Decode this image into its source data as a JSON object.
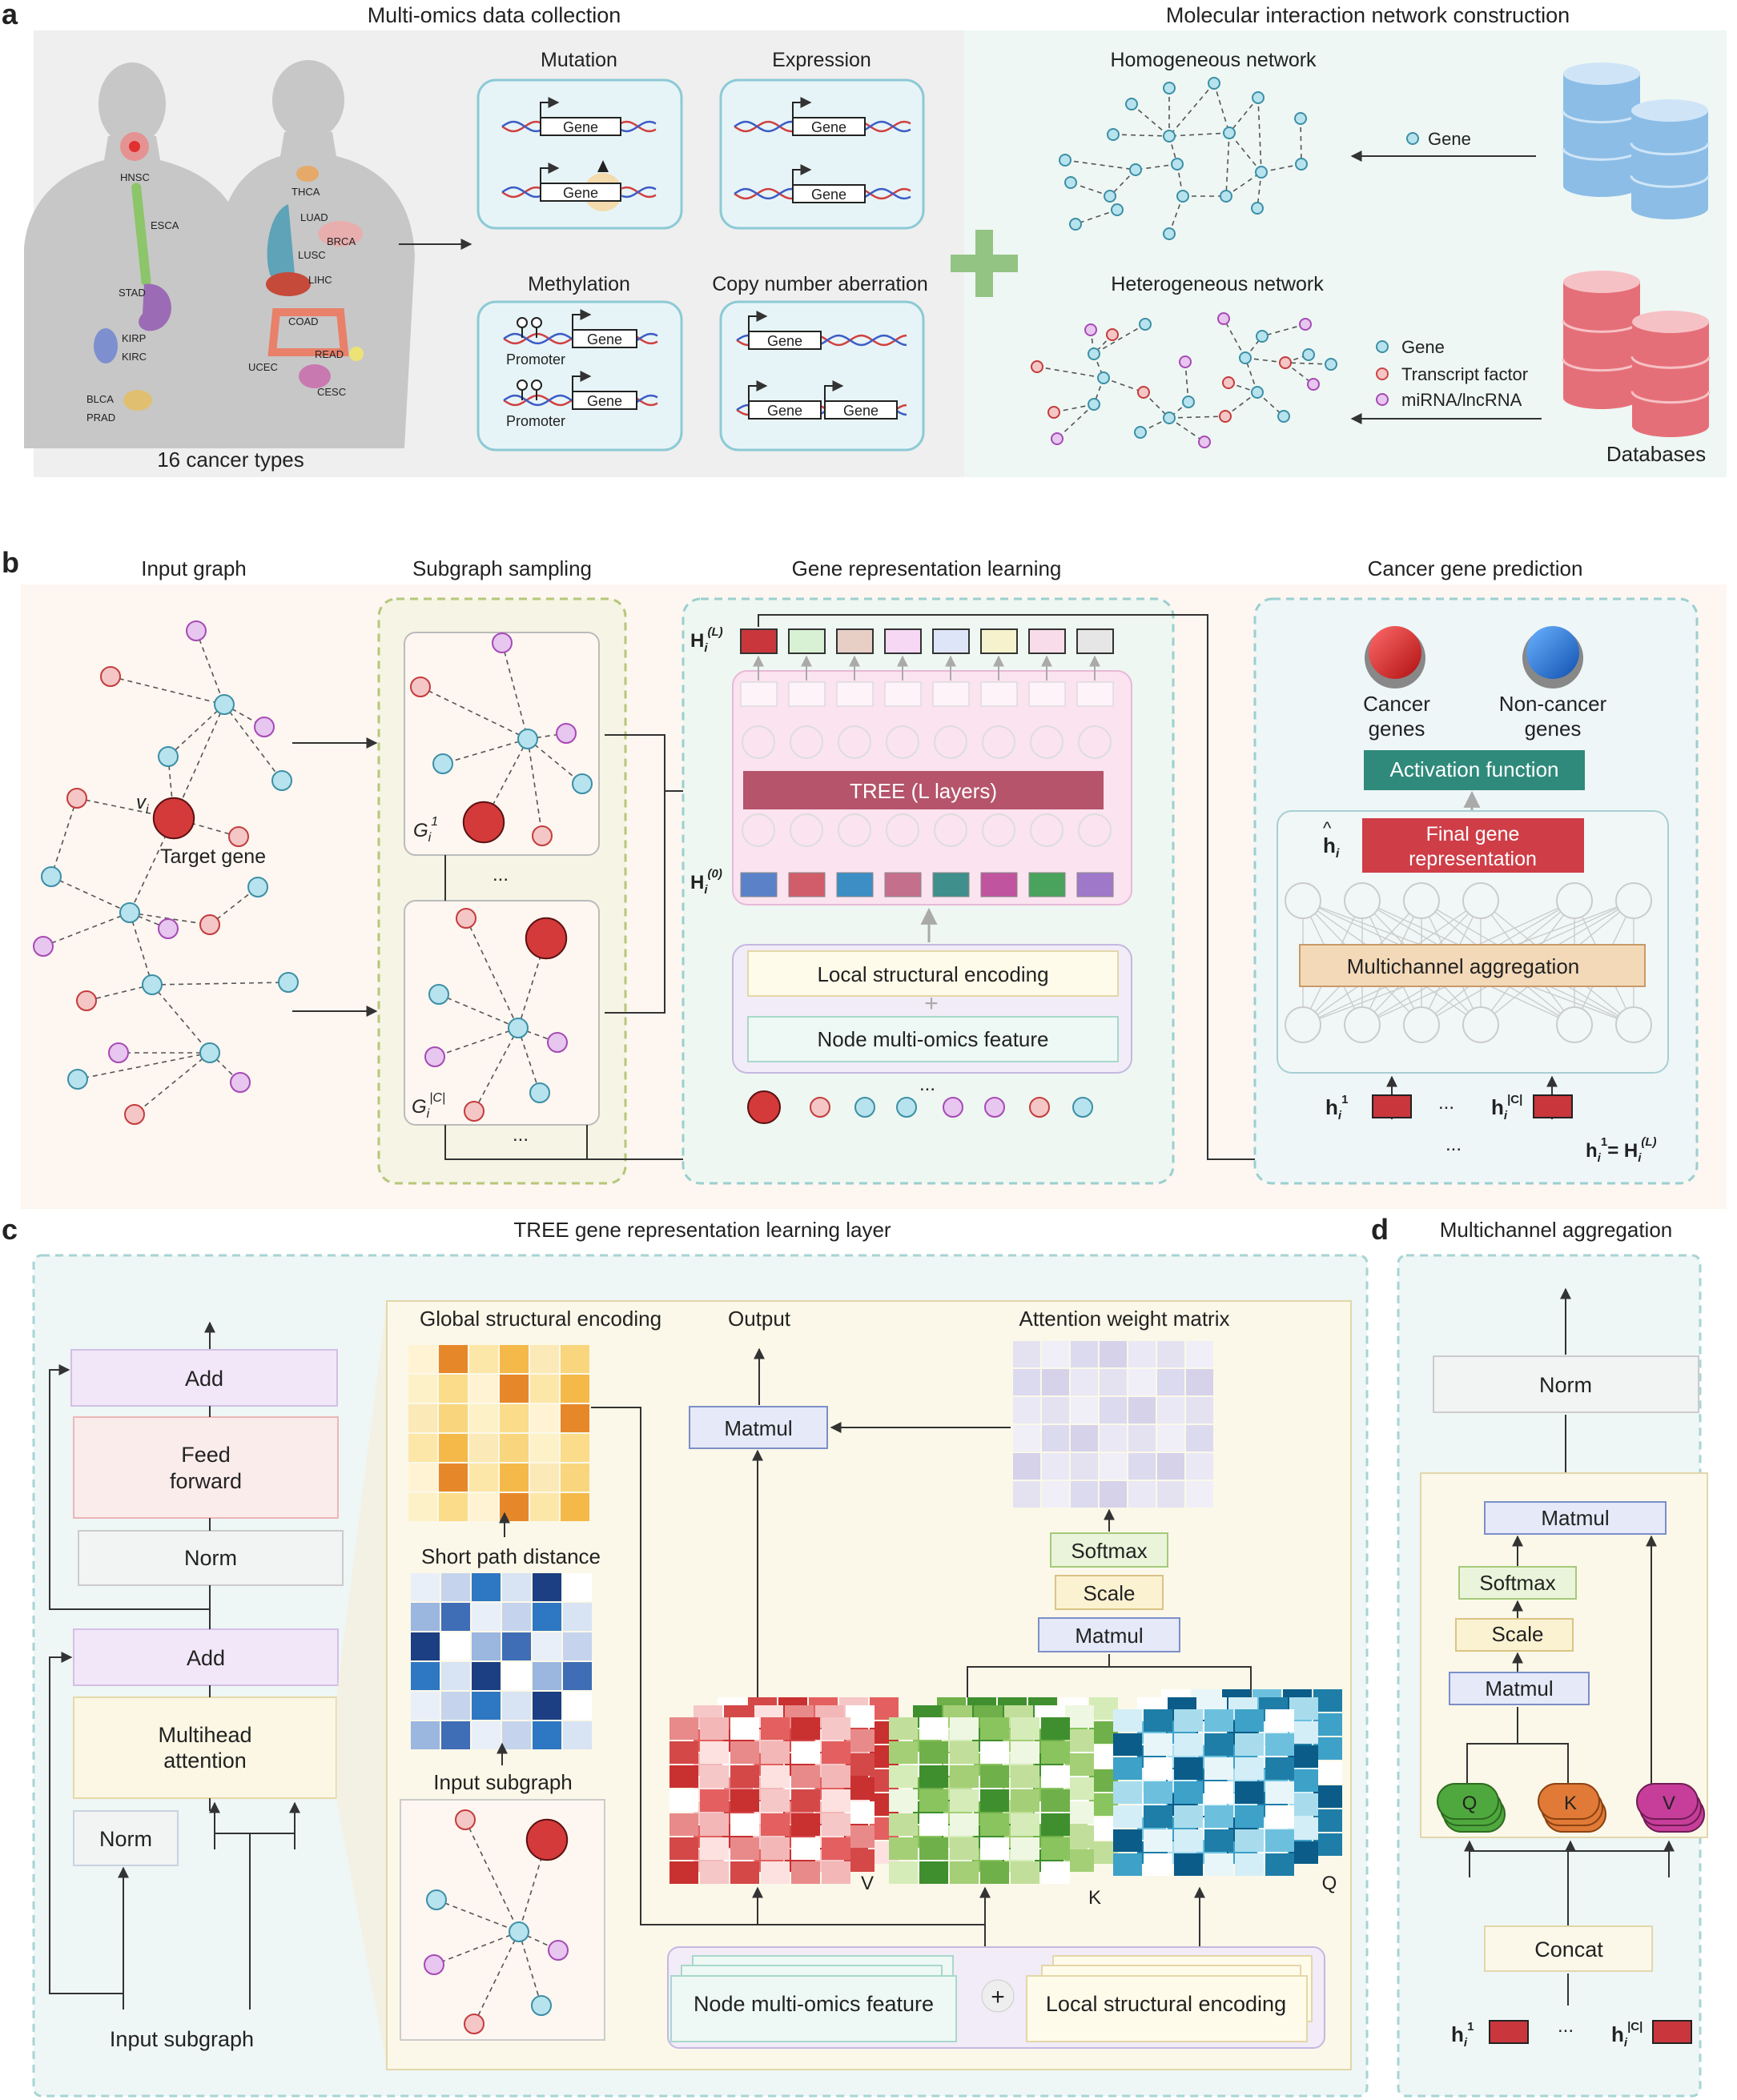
{
  "panel_a": {
    "letter": "a",
    "title_left": "Multi-omics data collection",
    "title_right": "Molecular interaction network construction",
    "cancer_labels": [
      "HNSC",
      "ESCA",
      "STAD",
      "KIRP",
      "KIRC",
      "BLCA",
      "PRAD",
      "THCA",
      "LUAD",
      "LUSC",
      "BRCA",
      "LIHC",
      "COAD",
      "READ",
      "UCEC",
      "CESC"
    ],
    "cancer_count": "16 cancer types",
    "omics": {
      "mutation": "Mutation",
      "expression": "Expression",
      "methylation": "Methylation",
      "cna": "Copy number aberration",
      "gene": "Gene",
      "promoter": "Promoter"
    },
    "homogeneous": "Homogeneous network",
    "heterogeneous": "Heterogeneous network",
    "legend_gene": "Gene",
    "legend_tf": "Transcript factor",
    "legend_mirna": "miRNA/lncRNA",
    "databases": "Databases"
  },
  "panel_b": {
    "letter": "b",
    "input_graph": "Input graph",
    "subgraph_sampling": "Subgraph sampling",
    "gene_rep": "Gene representation learning",
    "cancer_pred": "Cancer gene prediction",
    "vi": "v",
    "vi_sub": "i",
    "target_gene": "Target gene",
    "g1": "G",
    "g1_sub": "i",
    "g1_sup": "1",
    "gc_sup": "|C|",
    "ellipsis": "...",
    "h_L": "H",
    "h_sub": "i",
    "h_L_sup": "(L)",
    "h_0_sup": "(0)",
    "tree_layers": "TREE  (L layers)",
    "local_enc": "Local structural encoding",
    "node_feat": "Node multi-omics feature",
    "cancer_genes": [
      "Cancer",
      "genes"
    ],
    "noncancer_genes": [
      "Non-cancer",
      "genes"
    ],
    "activation": "Activation function",
    "final_rep": [
      "Final gene",
      "representation"
    ],
    "multichannel": "Multichannel aggregation",
    "h_hat": "h",
    "h_tilde": "h",
    "eq": "= H"
  },
  "panel_c": {
    "letter": "c",
    "title": "TREE gene representation learning layer",
    "add": "Add",
    "feed_forward": [
      "Feed",
      "forward"
    ],
    "norm": "Norm",
    "multihead": [
      "Multihead",
      "attention"
    ],
    "input_subgraph": "Input subgraph",
    "global_enc": "Global structural encoding",
    "short_path": "Short path distance",
    "input_subgraph2": "Input subgraph",
    "output": "Output",
    "matmul": "Matmul",
    "attention_matrix": "Attention weight matrix",
    "softmax": "Softmax",
    "scale": "Scale",
    "v": "V",
    "k": "K",
    "q": "Q",
    "node_feat": "Node multi-omics feature",
    "plus": "+",
    "local_enc": "Local structural encoding"
  },
  "panel_d": {
    "letter": "d",
    "title": "Multichannel aggregation",
    "norm": "Norm",
    "matmul": "Matmul",
    "softmax": "Softmax",
    "scale": "Scale",
    "q": "Q",
    "k": "K",
    "v": "V",
    "concat": "Concat",
    "h1_sup": "1",
    "hc_sup": "|C|",
    "ellipsis": "..."
  },
  "colors": {
    "gene": "#b7e3ee",
    "tf": "#f5c6c6",
    "mirna": "#e7c6ef",
    "target": "#d43a3a",
    "dashed_teal": "#9ccfcf",
    "dashed_green": "#b5c77a"
  }
}
